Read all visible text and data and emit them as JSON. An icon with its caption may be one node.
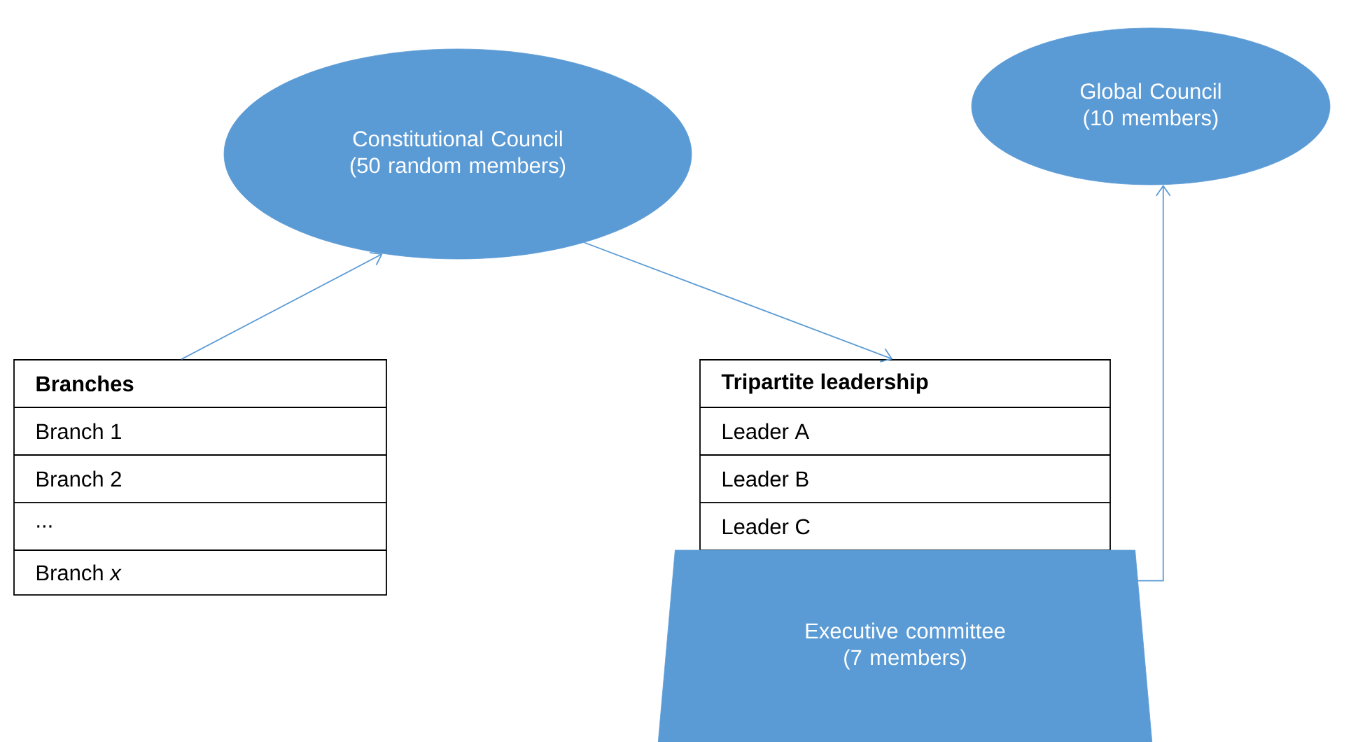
{
  "diagram": {
    "nodes": [
      {
        "text": [
          "Constitutional Council (50 random members)"
        ]
      },
      {
        "text": [
          "Global Council (10 members)"
        ]
      },
      {
        "text": [
          "Branches",
          "Branch 1",
          "Branch 2",
          "...",
          "Branch *x*"
        ]
      },
      {
        "text": [
          "Tripartite leadership",
          "Leader A",
          "Leader B",
          "Leader C"
        ]
      },
      {
        "text": [
          "Executive committee (7 members)"
        ]
      }
    ],
    "edges": [
      {
        "from": 2,
        "to": 0,
        "arrow": "to"
      },
      {
        "from": 0,
        "to": 3,
        "arrow": "to"
      },
      {
        "from": 4,
        "to": 1,
        "arrow": "to"
      }
    ]
  }
}
